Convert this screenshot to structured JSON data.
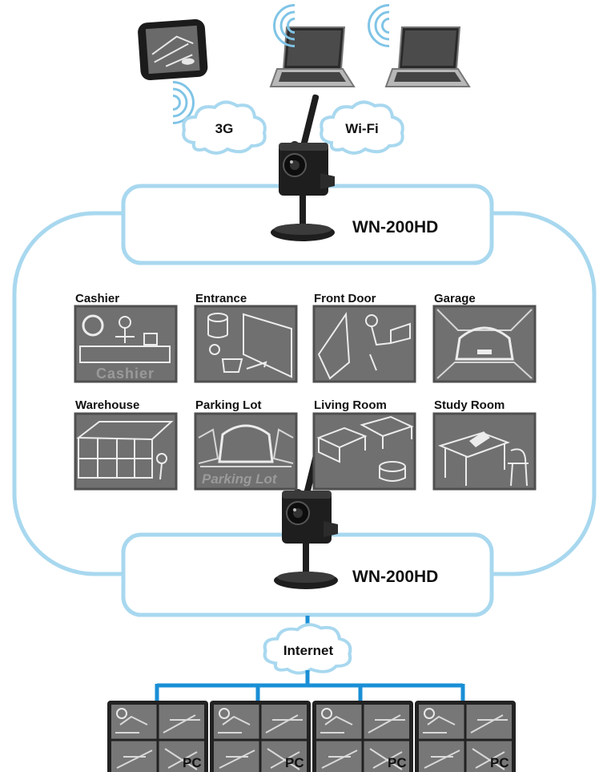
{
  "colors": {
    "ring": "#a8d8ef",
    "network": "#1a8fd6",
    "panel": "#6e6e6e",
    "panel_dark": "#4f4f4f",
    "sketch": "#e6e6e6",
    "camera": "#1e1e1e"
  },
  "top": {
    "cloud_3g": "3G",
    "cloud_wifi": "Wi-Fi",
    "camera_model": "WN-200HD"
  },
  "scenes": [
    {
      "label": "Cashier",
      "caption": "Cashier",
      "icon": "cashier-scene-icon"
    },
    {
      "label": "Entrance",
      "caption": "",
      "icon": "entrance-scene-icon"
    },
    {
      "label": "Front Door",
      "caption": "",
      "icon": "front-door-scene-icon"
    },
    {
      "label": "Garage",
      "caption": "",
      "icon": "garage-scene-icon"
    },
    {
      "label": "Warehouse",
      "caption": "",
      "icon": "warehouse-scene-icon"
    },
    {
      "label": "Parking Lot",
      "caption": "Parking Lot",
      "icon": "parking-lot-scene-icon"
    },
    {
      "label": "Living Room",
      "caption": "",
      "icon": "living-room-scene-icon"
    },
    {
      "label": "Study Room",
      "caption": "",
      "icon": "study-room-scene-icon"
    }
  ],
  "bottom": {
    "camera_model": "WN-200HD",
    "cloud_internet": "Internet",
    "pcs": [
      "PC",
      "PC",
      "PC",
      "PC"
    ]
  }
}
